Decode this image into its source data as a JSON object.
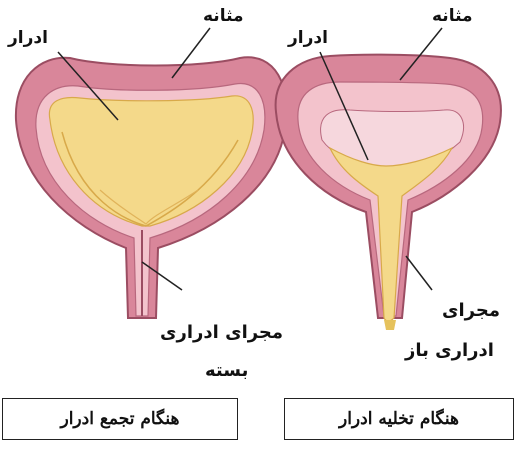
{
  "left_diagram": {
    "bladder_label": "مثانه",
    "urine_label": "ادرار",
    "urethra_label_line1": "مجرای ادراری",
    "urethra_label_line2": "بسته",
    "caption": "هنگام تجمع ادرار"
  },
  "right_diagram": {
    "bladder_label": "مثانه",
    "urine_label": "ادرار",
    "urethra_label_line1": "مجرای",
    "urethra_label_line2": "ادراری باز",
    "caption": "هنگام تخلیه ادرار"
  },
  "colors": {
    "bladder_wall": "#d9869a",
    "wall_outline": "#9b4d62",
    "inner_lining": "#f3c3cc",
    "urine": "#f4d98a",
    "urine_fold": "#d8a94a"
  }
}
